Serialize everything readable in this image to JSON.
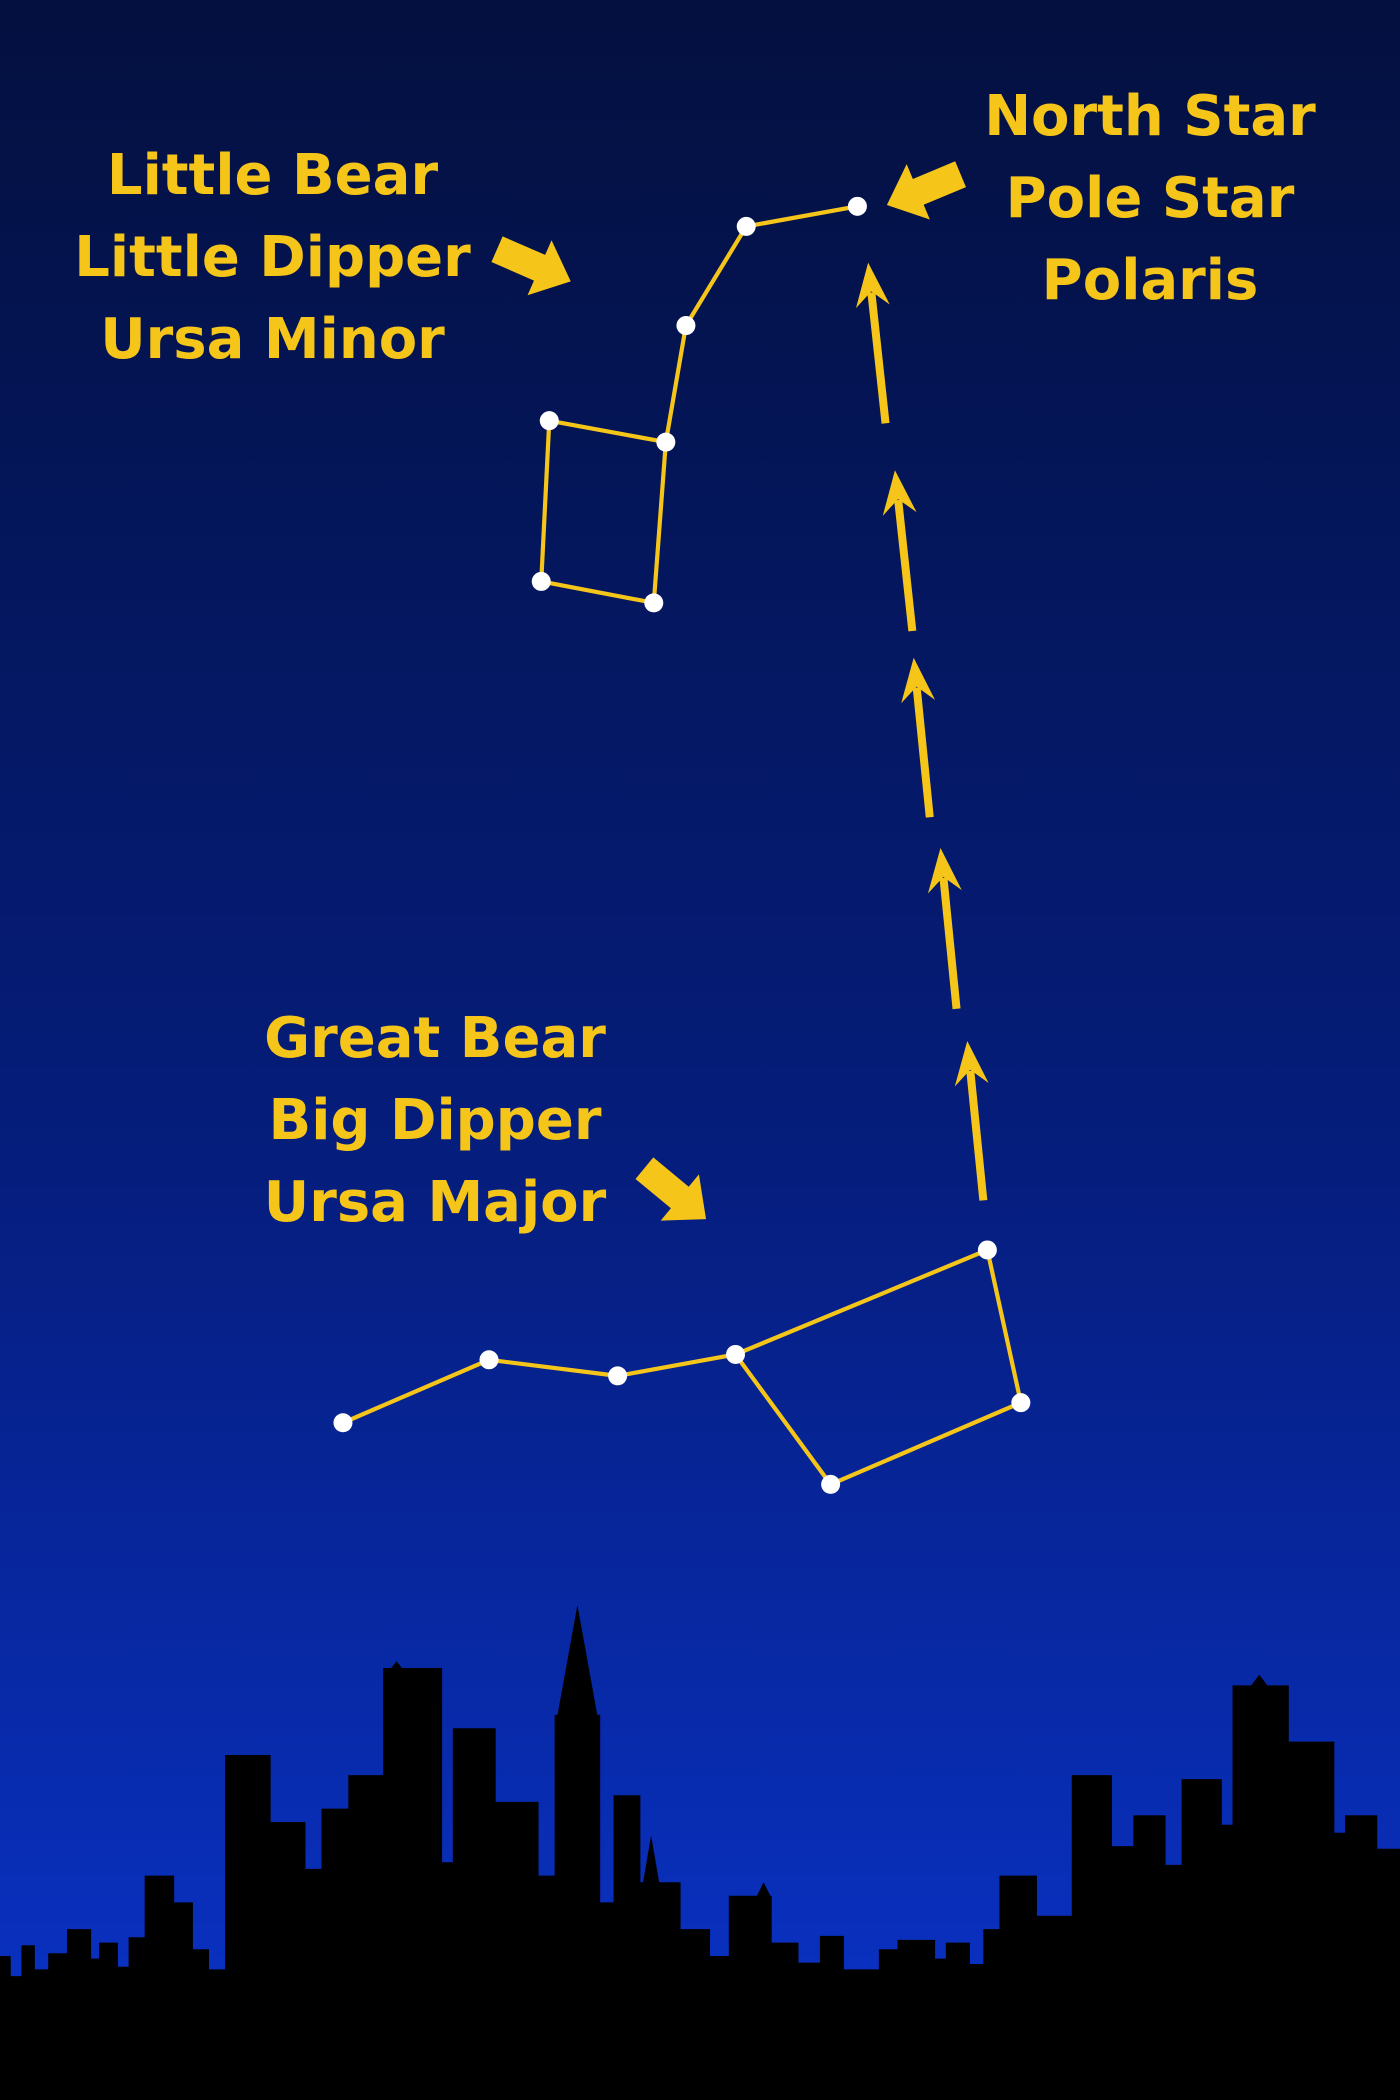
{
  "colors": {
    "sky_top": "#04103f",
    "sky_mid": "#051d7c",
    "sky_bottom": "#0a33c9",
    "label": "#f6c519",
    "line": "#f6c519",
    "star": "#ffffff",
    "skyline": "#000000"
  },
  "labels": {
    "little_bear": [
      "Little Bear",
      "Little Dipper",
      "Ursa Minor"
    ],
    "north_star": [
      "North Star",
      "Pole Star",
      "Polaris"
    ],
    "great_bear": [
      "Great Bear",
      "Big Dipper",
      "Ursa Major"
    ]
  },
  "icons": {
    "pointer_arrows": "block-arrow-icon",
    "path_arrows": "chevron-arrow-icon"
  }
}
